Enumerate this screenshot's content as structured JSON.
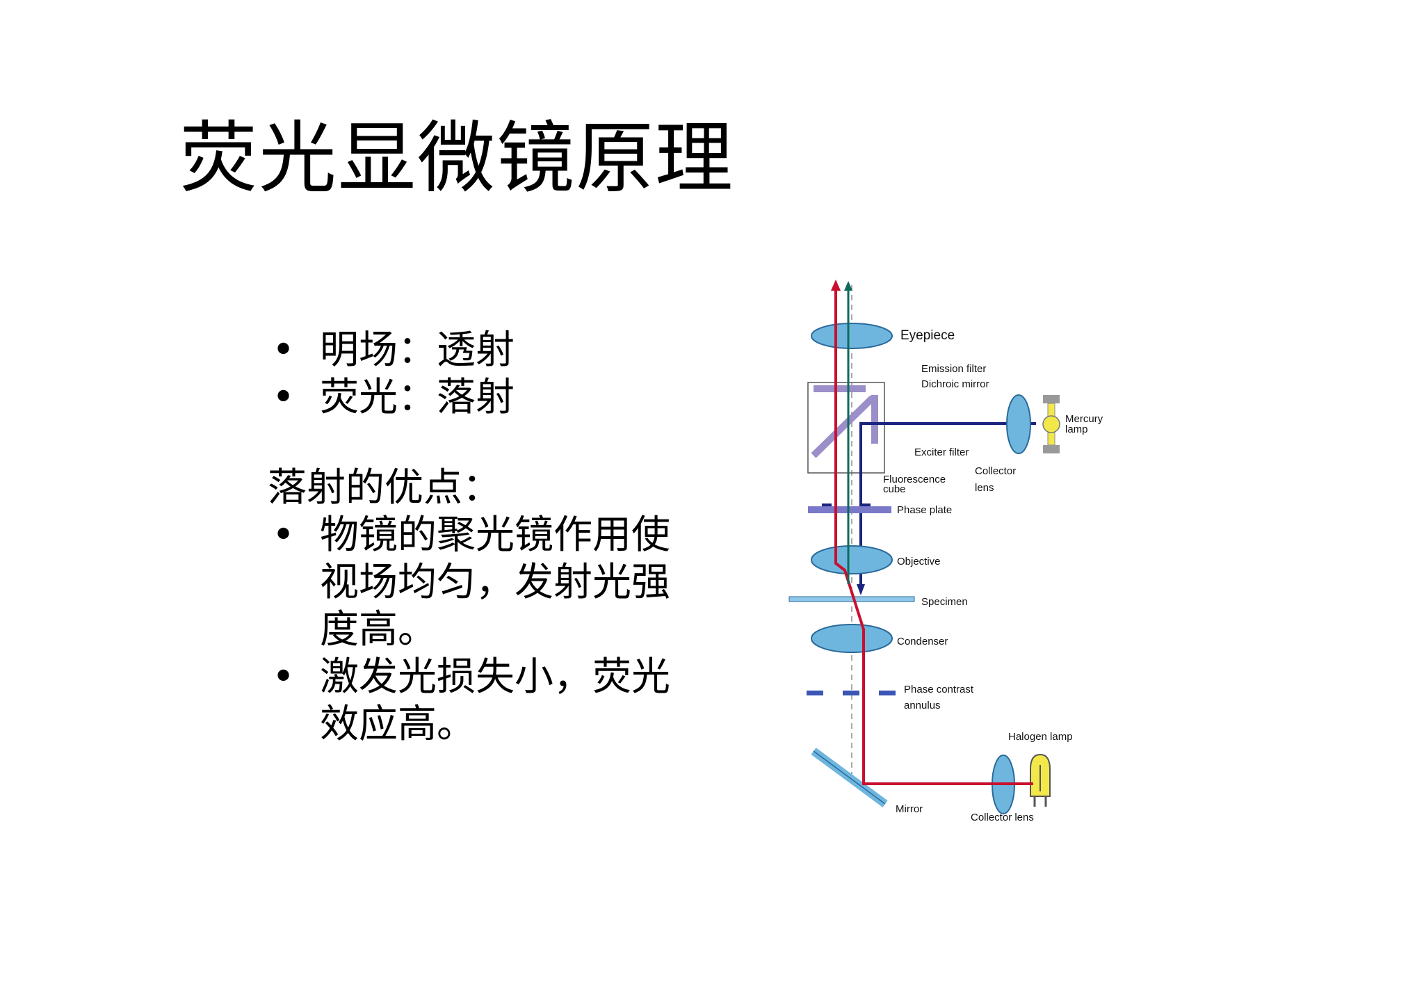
{
  "slide": {
    "title": "荧光显微镜原理",
    "bullets_top": [
      "明场：透射",
      "荧光：落射"
    ],
    "subheading": "落射的优点：",
    "advantages": [
      [
        "物镜的聚光镜作用使",
        "视场均匀，发射光强",
        "度高。"
      ],
      [
        "激发光损失小，荧光",
        "效应高。"
      ]
    ],
    "bullet_glyph": "•"
  },
  "diagram": {
    "labels": {
      "eyepiece": "Eyepiece",
      "emission_filter": "Emission filter",
      "dichroic_mirror": "Dichroic mirror",
      "mercury_lamp_1": "Mercury",
      "mercury_lamp_2": "lamp",
      "exciter_filter": "Exciter filter",
      "fluorescence_cube_1": "Fluorescence",
      "fluorescence_cube_2": "cube",
      "collector_lens_top_1": "Collector",
      "collector_lens_top_2": "lens",
      "phase_plate": "Phase plate",
      "objective": "Objective",
      "specimen": "Specimen",
      "condenser": "Condenser",
      "phase_contrast_1": "Phase contrast",
      "phase_contrast_2": "annulus",
      "halogen_lamp": "Halogen lamp",
      "mirror": "Mirror",
      "collector_lens_bottom": "Collector lens"
    },
    "colors": {
      "transmitted_light": "#c8102e",
      "excitation_light": "#1a237e",
      "emission_light": "#0e6b5c",
      "lens_fill": "#6fb6df",
      "filter_purple": "#9b8ec9",
      "lamp_yellow": "#f3e84a"
    }
  }
}
